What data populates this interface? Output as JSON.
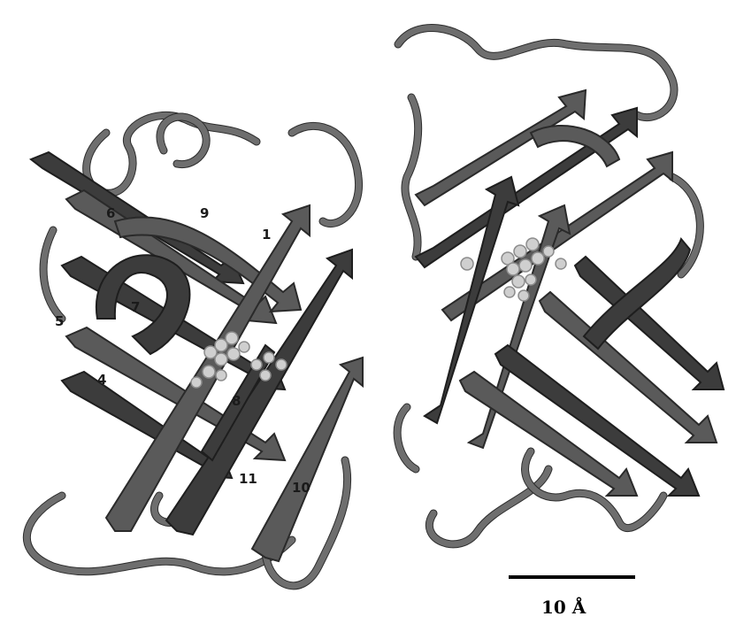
{
  "scale_bar": {
    "label": "10 Å"
  },
  "strand_numbers": [
    "6",
    "5",
    "7",
    "4",
    "9",
    "8",
    "1",
    "10",
    "11"
  ],
  "colors": {
    "ribbon": "#5a5a5a",
    "ribbon_dark": "#3c3c3c",
    "chromophore": "#cfcfcf",
    "background": "#ffffff"
  }
}
